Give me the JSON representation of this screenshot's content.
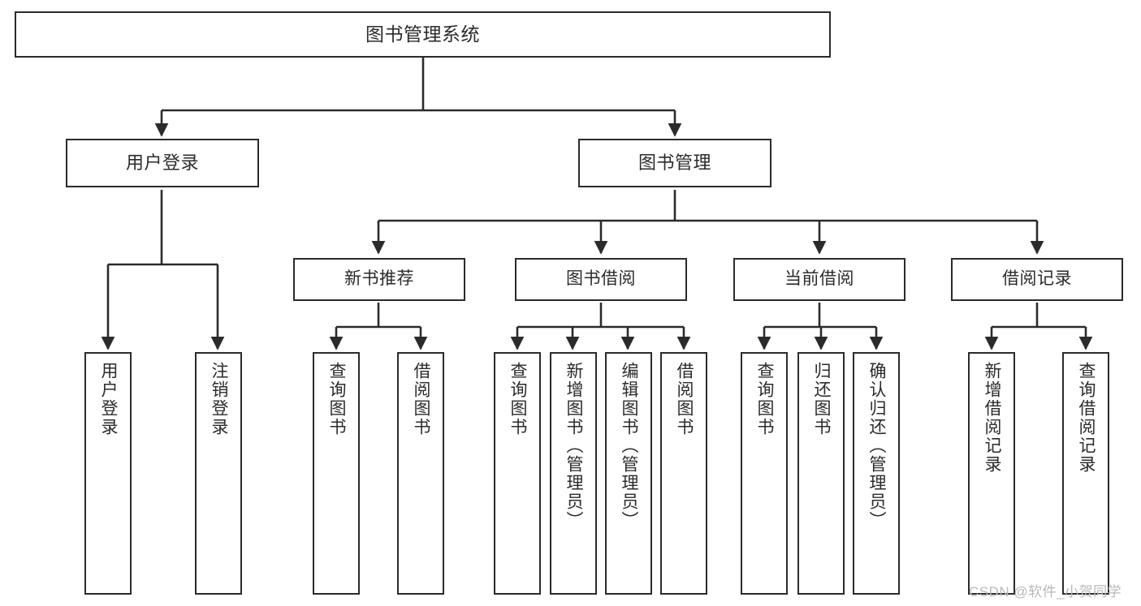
{
  "diagram": {
    "title": "图书管理系统",
    "type": "functional-structure-tree",
    "watermark": "CSDN @软件_小贺同学",
    "colors": {
      "background": "#ffffff",
      "node_border": "#2b2b2b",
      "node_fill": "#ffffff",
      "text": "#2b2b2b",
      "edge": "#2b2b2b",
      "watermark": "#b9b9b9"
    },
    "nodes": {
      "root": {
        "label": "图书管理系统"
      },
      "level2": [
        {
          "id": "user-login",
          "label": "用户登录"
        },
        {
          "id": "book-manage",
          "label": "图书管理"
        }
      ],
      "level3": [
        {
          "id": "new-book-recommend",
          "label": "新书推荐"
        },
        {
          "id": "book-borrow",
          "label": "图书借阅"
        },
        {
          "id": "current-borrow",
          "label": "当前借阅"
        },
        {
          "id": "borrow-record",
          "label": "借阅记录"
        }
      ],
      "leaves": {
        "user_login": [
          {
            "id": "leaf-user-login",
            "label": "用户登录"
          },
          {
            "id": "leaf-logout-login",
            "label": "注销登录"
          }
        ],
        "new_book_recommend": [
          {
            "id": "leaf-query-book-1",
            "label": "查询图书"
          },
          {
            "id": "leaf-borrow-book-1",
            "label": "借阅图书"
          }
        ],
        "book_borrow": [
          {
            "id": "leaf-query-book-2",
            "label": "查询图书"
          },
          {
            "id": "leaf-add-book",
            "label": "新增图书（管理员）"
          },
          {
            "id": "leaf-edit-book",
            "label": "编辑图书（管理员）"
          },
          {
            "id": "leaf-borrow-book-2",
            "label": "借阅图书"
          }
        ],
        "current_borrow": [
          {
            "id": "leaf-query-book-3",
            "label": "查询图书"
          },
          {
            "id": "leaf-return-book",
            "label": "归还图书"
          },
          {
            "id": "leaf-confirm-return",
            "label": "确认归还（管理员）"
          }
        ],
        "borrow_record": [
          {
            "id": "leaf-add-record",
            "label": "新增借阅记录"
          },
          {
            "id": "leaf-query-record",
            "label": "查询借阅记录"
          }
        ]
      }
    }
  }
}
